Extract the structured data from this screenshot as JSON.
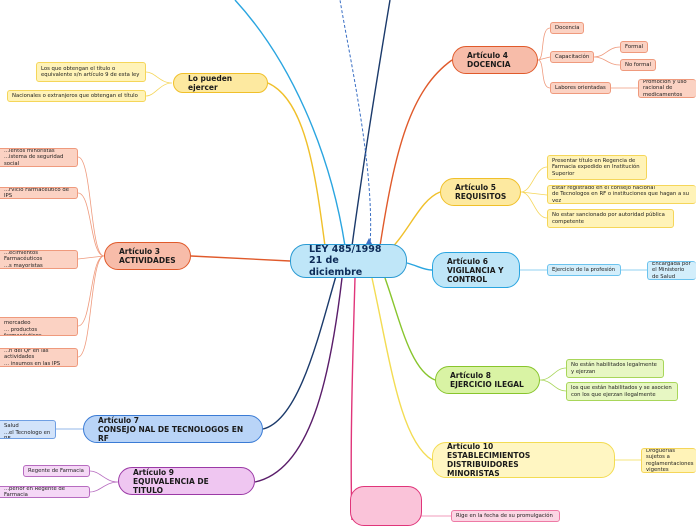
{
  "colors": {
    "center": "#bfe6f8",
    "orange": "#e05a2b",
    "yellow": "#f0c02a",
    "cyan": "#2aa5e0",
    "green": "#88c52d",
    "blue": "#3a7bd5",
    "purple": "#9b3aa6",
    "pink": "#e0357a",
    "dark_navy": "#1b3a6b"
  },
  "center": {
    "title": "LEY 485/1998\n21 de diciembre"
  },
  "pueden_ejercer": {
    "label": "Lo pueden ejercer",
    "items": [
      "Los que obtengan el título o\nequivalente s/n artículo 9 de esta ley",
      "Nacionales o extranjeros que obtengan el título"
    ]
  },
  "articulo4": {
    "label": "Artículo 4\nDOCENCIA",
    "items": [
      "Docencia",
      "Capacitación",
      "Labores orientadas"
    ],
    "capacitacion_items": [
      "Formal",
      "No formal"
    ],
    "labores_item": "Promoción y uso racional de\nmedicamentos"
  },
  "articulo5": {
    "label": "Artículo 5\nREQUISITOS",
    "items": [
      "Presentar título en Regencia de\nFarmacia expedido en Institución\nSuperior",
      "Estar registrado en el consejo nacional\nde Tecnologos en RF o instituciones que hagan a su vez",
      "No estar sancionado por autoridad pública\ncompetente"
    ]
  },
  "articulo6": {
    "label": "Artículo 6\nVIGILANCIA Y\nCONTROL",
    "item": "Ejercicio de la profesión",
    "subitem": "Encargada por el Ministerio\nde Salud"
  },
  "articulo8": {
    "label": "Artículo 8\nEJERCICIO ILEGAL",
    "items": [
      "No están habilitados legalmente\ny ejerzan",
      "los que están habilitados y se asocien\ncon los que ejerzan ilegalmente"
    ]
  },
  "articulo10": {
    "label": "Artículo 10\nESTABLECIMIENTOS DISTRIBUIDORES\nMINORISTAS",
    "item": "Droguerías\nsujetos a reglamentaciones\nvigentes"
  },
  "articulo3": {
    "label": "Artículo 3\nACTIVIDADES",
    "items": [
      "...ientos minoristas\n...istema de seguridad social",
      "...rvicio Farmacéutico de IPS",
      "...ecimientos Farmacéuticos\n...s mayoristas",
      "...n actividades de mercadeo\n... productos farmacéuticos",
      "...n del QF en las actividades\n... insumos en las IPS"
    ]
  },
  "articulo7": {
    "label": "Artículo 7\nCONSEJO NAL DE TECNOLOGOS EN RF",
    "item": "...inisterio de Salud\n...el Tecnologo en RF"
  },
  "articulo9": {
    "label": "Artículo 9\nEQUIVALENCIA DE TITULO",
    "items": [
      "Regente de Farmacia",
      "...perior en Regente de Farmacia"
    ]
  },
  "vigencia": {
    "item": "Rige en la fecha de su promulgación"
  }
}
